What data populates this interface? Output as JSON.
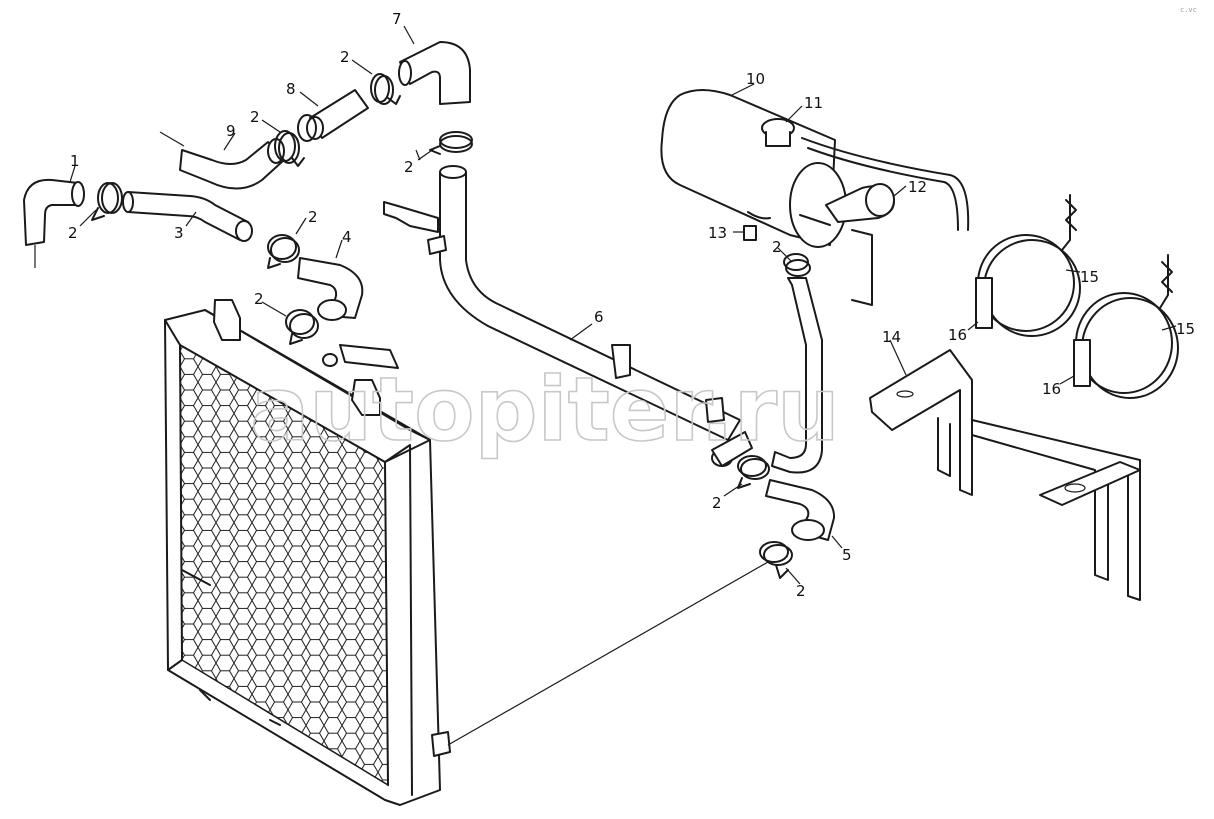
{
  "diagram": {
    "watermark": "autopiter.ru",
    "corner_mark": "c.vc",
    "callouts": [
      "1",
      "2",
      "3",
      "4",
      "5",
      "6",
      "7",
      "8",
      "9",
      "10",
      "11",
      "12",
      "13",
      "14",
      "15",
      "16"
    ],
    "labels": [
      {
        "id": "1",
        "text": "1"
      },
      {
        "id": "2a",
        "text": "2"
      },
      {
        "id": "3",
        "text": "3"
      },
      {
        "id": "2b",
        "text": "2"
      },
      {
        "id": "4",
        "text": "4"
      },
      {
        "id": "9",
        "text": "9"
      },
      {
        "id": "2c",
        "text": "2"
      },
      {
        "id": "8",
        "text": "8"
      },
      {
        "id": "2d",
        "text": "2"
      },
      {
        "id": "7",
        "text": "7"
      },
      {
        "id": "2e",
        "text": "2"
      },
      {
        "id": "2f",
        "text": "2"
      },
      {
        "id": "6",
        "text": "6"
      },
      {
        "id": "10",
        "text": "10"
      },
      {
        "id": "11",
        "text": "11"
      },
      {
        "id": "12",
        "text": "12"
      },
      {
        "id": "13",
        "text": "13"
      },
      {
        "id": "2g",
        "text": "2"
      },
      {
        "id": "5",
        "text": "5"
      },
      {
        "id": "2h",
        "text": "2"
      },
      {
        "id": "14",
        "text": "14"
      },
      {
        "id": "15a",
        "text": "15"
      },
      {
        "id": "16a",
        "text": "16"
      },
      {
        "id": "15b",
        "text": "15"
      },
      {
        "id": "16b",
        "text": "16"
      }
    ],
    "line_color": "#1a1a1a",
    "watermark_color": "#c8c8c8",
    "background": "#ffffff"
  }
}
